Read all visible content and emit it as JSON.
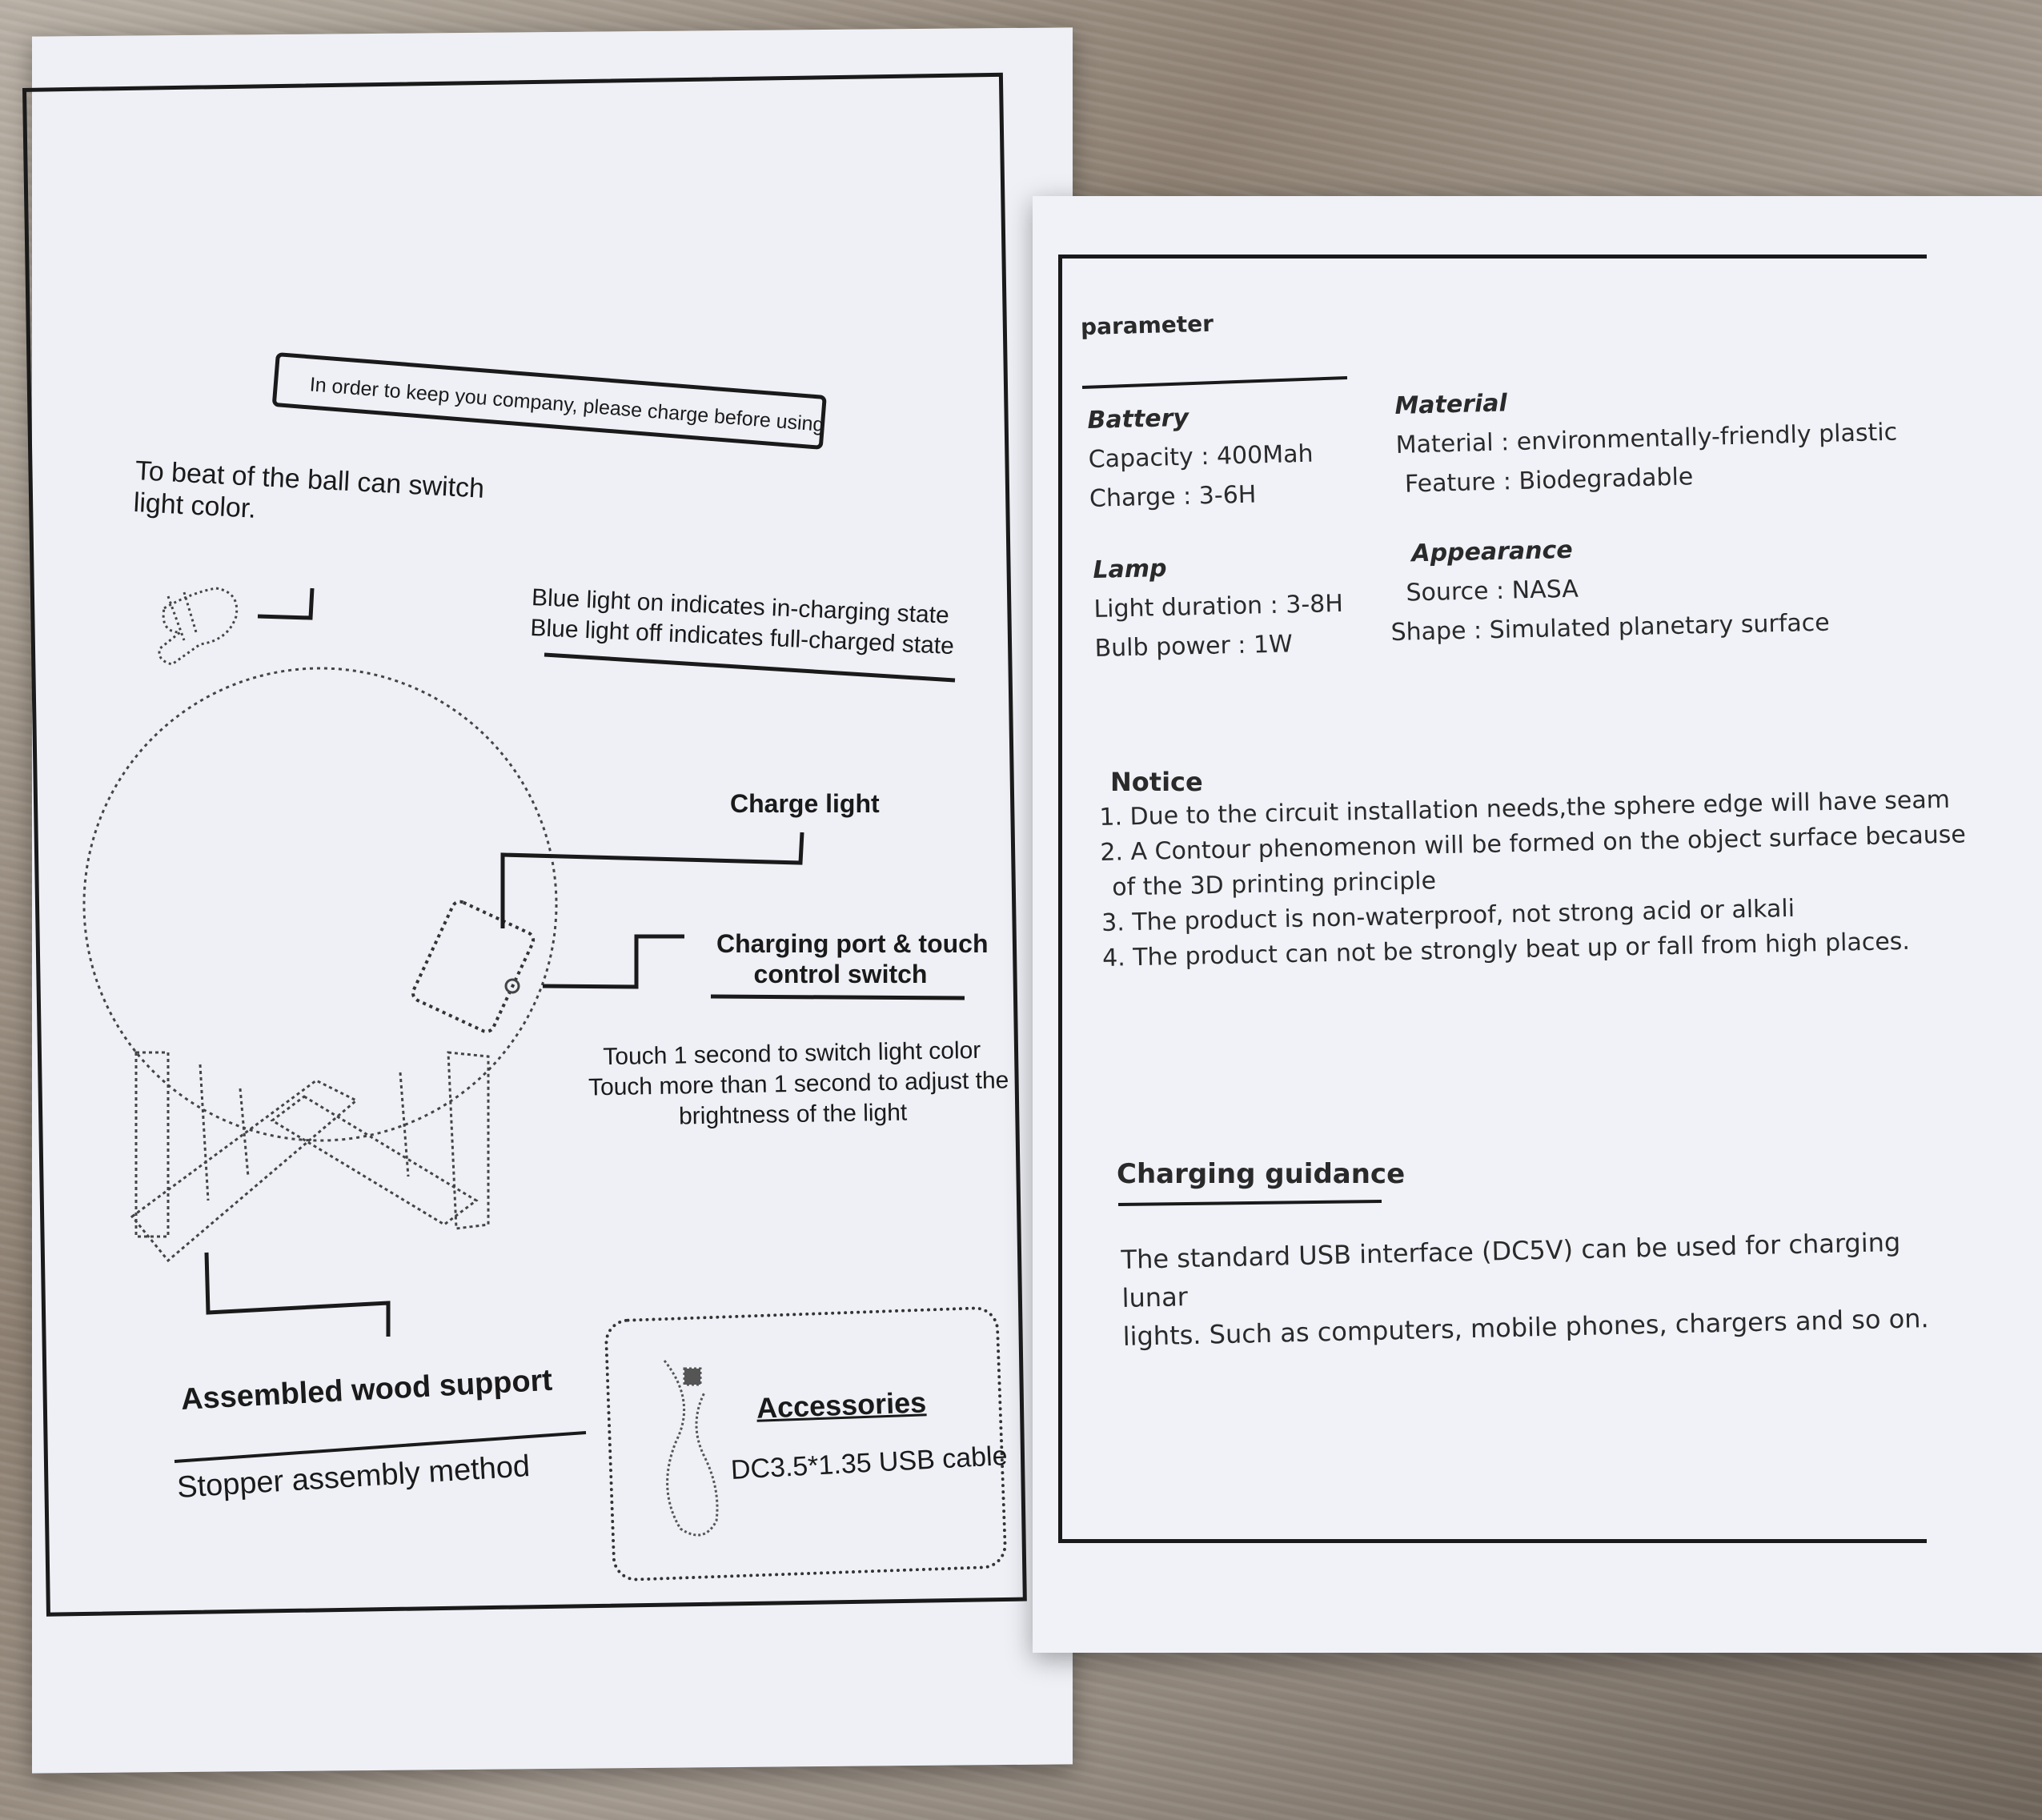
{
  "left_page": {
    "charge_notice": "In order to keep you company, please charge before using",
    "beat_text_line1": "To beat of the ball can switch",
    "beat_text_line2": "light color.",
    "blue_light_line1": "Blue light on indicates in-charging state",
    "blue_light_line2": "Blue  light off indicates full-charged state",
    "charge_light": "Charge light",
    "port_line1": "Charging port & touch",
    "port_line2": "control switch",
    "touch_line1": "Touch 1 second to switch light color",
    "touch_line2": "Touch more than 1 second to adjust the",
    "touch_line3": "brightness of the light",
    "wood_support": "Assembled  wood support",
    "stopper": "Stopper assembly method",
    "accessories_title": "Accessories",
    "accessories_cable": "DC3.5*1.35 USB cable"
  },
  "right_page": {
    "parameter_title": "parameter",
    "battery": {
      "title": "Battery",
      "capacity": "Capacity : 400Mah",
      "charge": "Charge : 3-6H"
    },
    "material": {
      "title": "Material",
      "material": "Material : environmentally-friendly plastic",
      "feature": "Feature : Biodegradable"
    },
    "lamp": {
      "title": "Lamp",
      "duration": "Light duration : 3-8H",
      "bulb": "Bulb power : 1W"
    },
    "appearance": {
      "title": "Appearance",
      "source": "Source : NASA",
      "shape": "Shape :  Simulated planetary surface"
    },
    "notice": {
      "title": "Notice",
      "items": [
        "1. Due to the circuit installation needs,the sphere edge will have seam",
        "2. A Contour phenomenon will be formed on the object surface because",
        "   of the 3D printing principle",
        "3. The product is non-waterproof, not strong acid or alkali",
        "4. The product can not be strongly beat up or fall from high places."
      ]
    },
    "charging": {
      "title": "Charging guidance",
      "body_line1": "The standard USB interface (DC5V) can be used for charging lunar",
      "body_line2": "lights. Such as computers, mobile phones, chargers and so on."
    }
  },
  "colors": {
    "paper": "#eef0f6",
    "ink": "#1a1a1a",
    "table": "#8f8274"
  }
}
